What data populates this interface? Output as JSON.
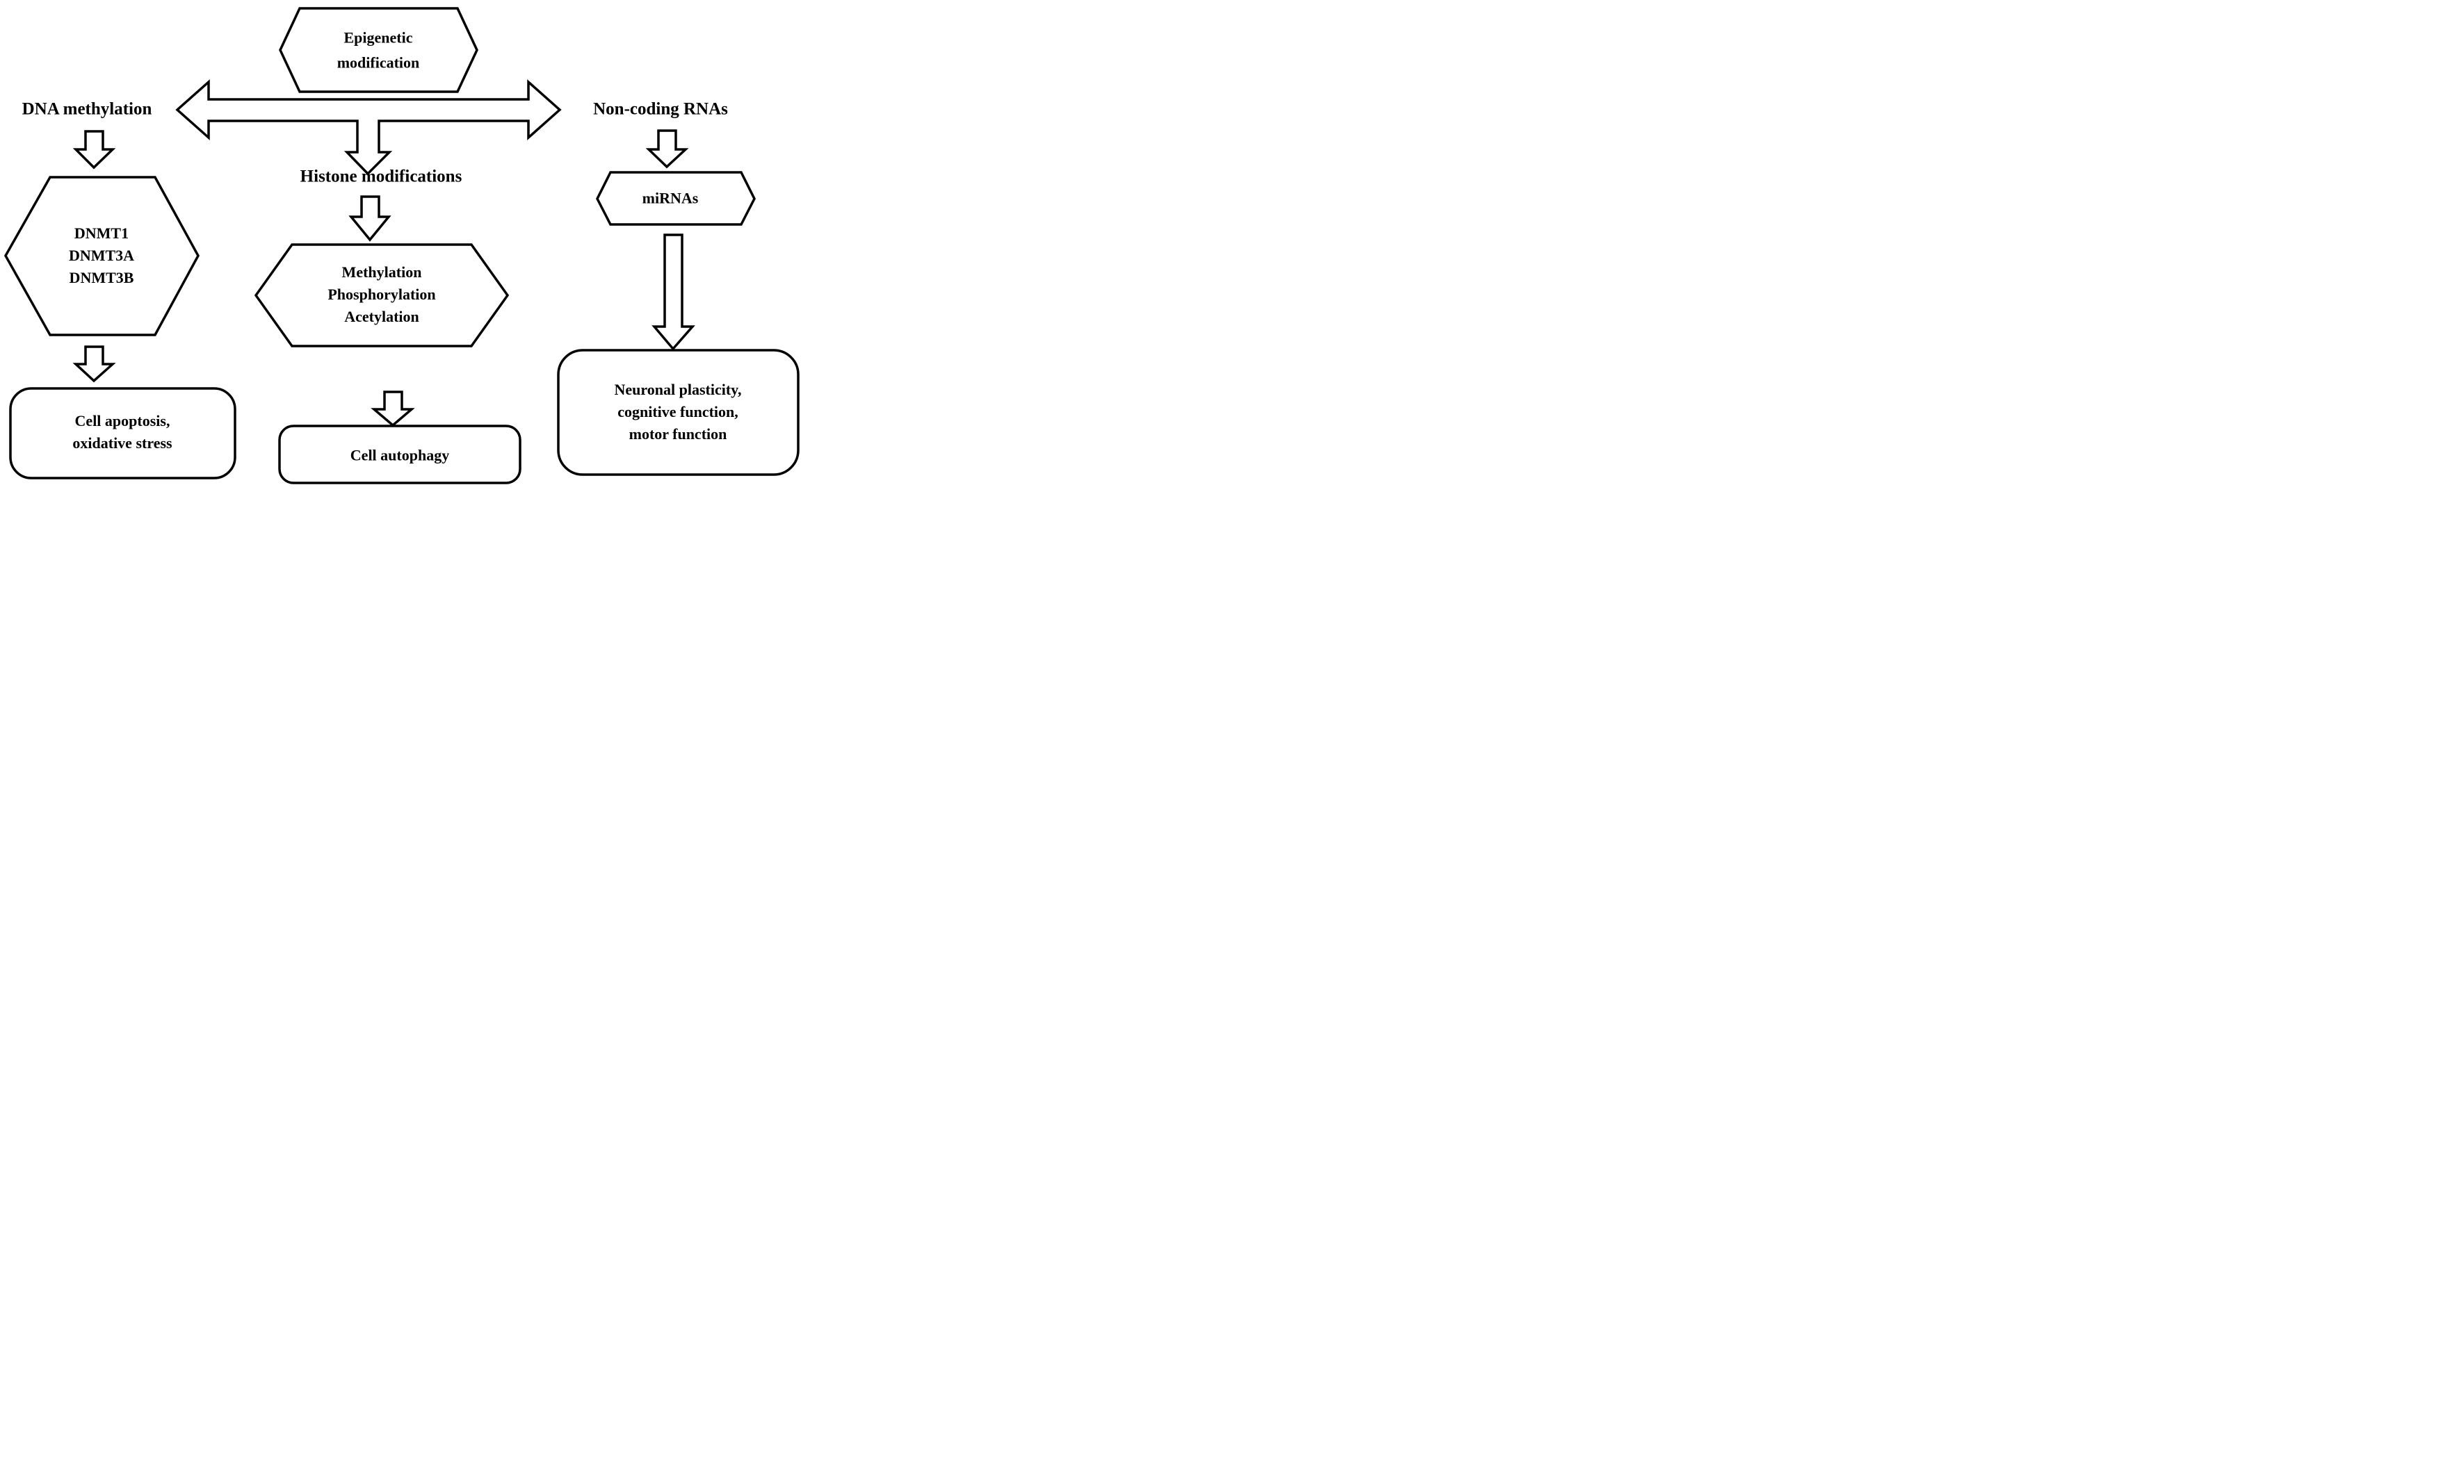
{
  "diagram": {
    "title_node": {
      "label": "Epigenetic\nmodification"
    },
    "branch_labels": {
      "left": "DNA methylation",
      "center": "Histone modifications",
      "right": "Non-coding RNAs"
    },
    "nodes": {
      "dnmt": {
        "label": "DNMT1\nDNMT3A\nDNMT3B"
      },
      "histone_mods": {
        "label": "Methylation\nPhosphorylation\nAcetylation"
      },
      "mirnas": {
        "label": "miRNAs"
      },
      "cell_apoptosis": {
        "label": "Cell apoptosis,\noxidative stress"
      },
      "cell_autophagy": {
        "label": "Cell autophagy"
      },
      "neuronal": {
        "label": "Neuronal plasticity,\ncognitive function,\nmotor function"
      }
    },
    "colors": {
      "stroke": "#000000",
      "background": "#ffffff",
      "text": "#000000"
    }
  }
}
